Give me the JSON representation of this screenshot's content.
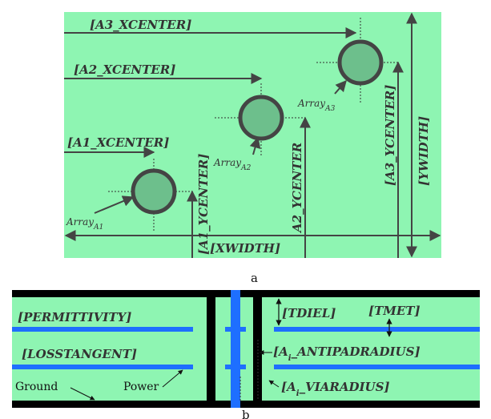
{
  "diagram_a": {
    "caption": "a",
    "labels": {
      "a3_xcenter": "[A3_XCENTER]",
      "a2_xcenter": "[A2_XCENTER]",
      "a1_xcenter": "[A1_XCENTER]",
      "xwidth": "[XWIDTH]",
      "ywidth": "[YWIDTH]",
      "a1_ycenter": "[A1_YCENTER]",
      "a2_ycenter": "A2_YCENTER",
      "a3_ycenter": "[A3_YCENTER]",
      "array_a1": "Array",
      "array_a1_sub": "A1",
      "array_a2": "Array",
      "array_a2_sub": "A2",
      "array_a3": "Array",
      "array_a3_sub": "A3"
    },
    "colors": {
      "board": "#8ef5b2",
      "via_fill": "#6dbf8c",
      "via_ring": "#444444",
      "arrow": "#444444"
    }
  },
  "diagram_b": {
    "caption": "b",
    "labels": {
      "permittivity": "[PERMITTIVITY]",
      "losstangent": "[LOSSTANGENT]",
      "ground": "Ground",
      "power": "Power",
      "tdiel": "[TDIEL]",
      "tmet": "[TMET]",
      "antipadradius": "[A",
      "antipadradius_sub": "i",
      "antipadradius_rest": "_ANTIPADRADIUS]",
      "viaradius": "[A",
      "viaradius_sub": "i",
      "viaradius_rest": "_VIARADIUS]"
    },
    "colors": {
      "dielectric": "#8ef5b2",
      "metal": "#000000",
      "plane": "#1e6fff"
    }
  }
}
